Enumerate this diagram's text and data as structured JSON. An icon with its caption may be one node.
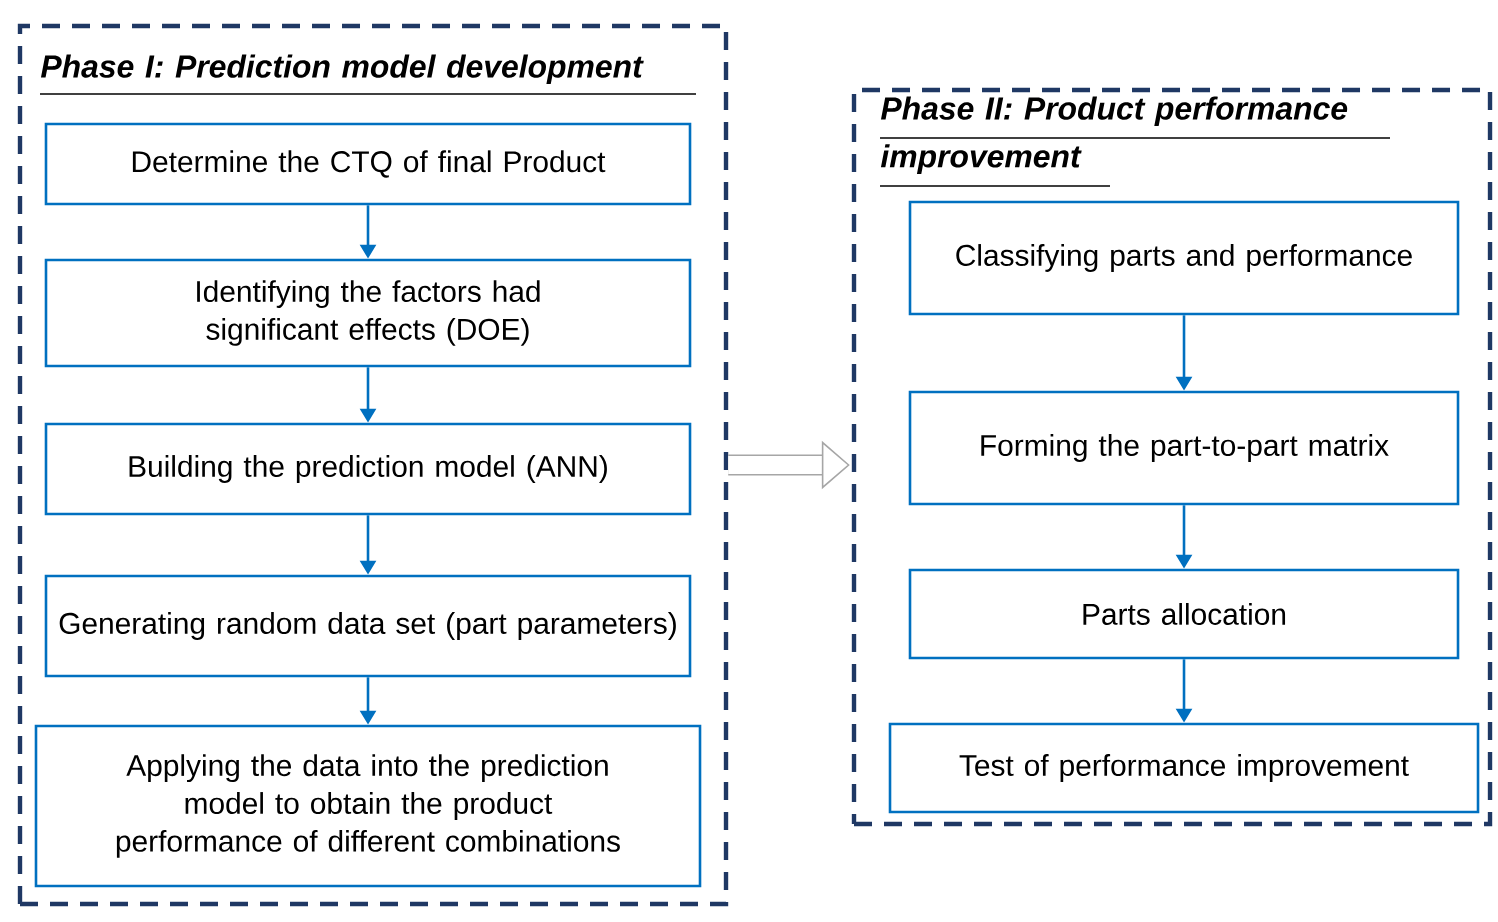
{
  "diagram": {
    "nodes": [
      {
        "text": [
          "Phase I: Prediction model development"
        ]
      },
      {
        "text": [
          "Determine the CTQ of final Product"
        ],
        "in": 0
      },
      {
        "text": [
          "Identifying the factors had significant effects (DOE)"
        ],
        "in": 0
      },
      {
        "text": [
          "Building the prediction model (ANN)"
        ],
        "in": 0
      },
      {
        "text": [
          "Generating random data set (part parameters)"
        ],
        "in": 0
      },
      {
        "text": [
          "Applying the data into the prediction model to obtain the product performance of different combinations"
        ],
        "in": 0
      },
      {
        "text": [
          "Phase II: Product performance improvement"
        ]
      },
      {
        "text": [
          "Classifying parts and performance"
        ],
        "in": 6
      },
      {
        "text": [
          "Forming the part-to-part matrix"
        ],
        "in": 6
      },
      {
        "text": [
          "Parts allocation"
        ],
        "in": 6
      },
      {
        "text": [
          "Test of performance improvement"
        ],
        "in": 6
      }
    ],
    "edges": [
      {
        "from": 1,
        "to": 2,
        "arrow": "to"
      },
      {
        "from": 2,
        "to": 3,
        "arrow": "to"
      },
      {
        "from": 3,
        "to": 4,
        "arrow": "to"
      },
      {
        "from": 4,
        "to": 5,
        "arrow": "to"
      },
      {
        "from": 0,
        "to": 6,
        "arrow": "to",
        "style": "thick",
        "color": "#a6a6a6"
      },
      {
        "from": 7,
        "to": 8,
        "arrow": "to"
      },
      {
        "from": 8,
        "to": 9,
        "arrow": "to"
      },
      {
        "from": 9,
        "to": 10,
        "arrow": "to"
      }
    ]
  }
}
